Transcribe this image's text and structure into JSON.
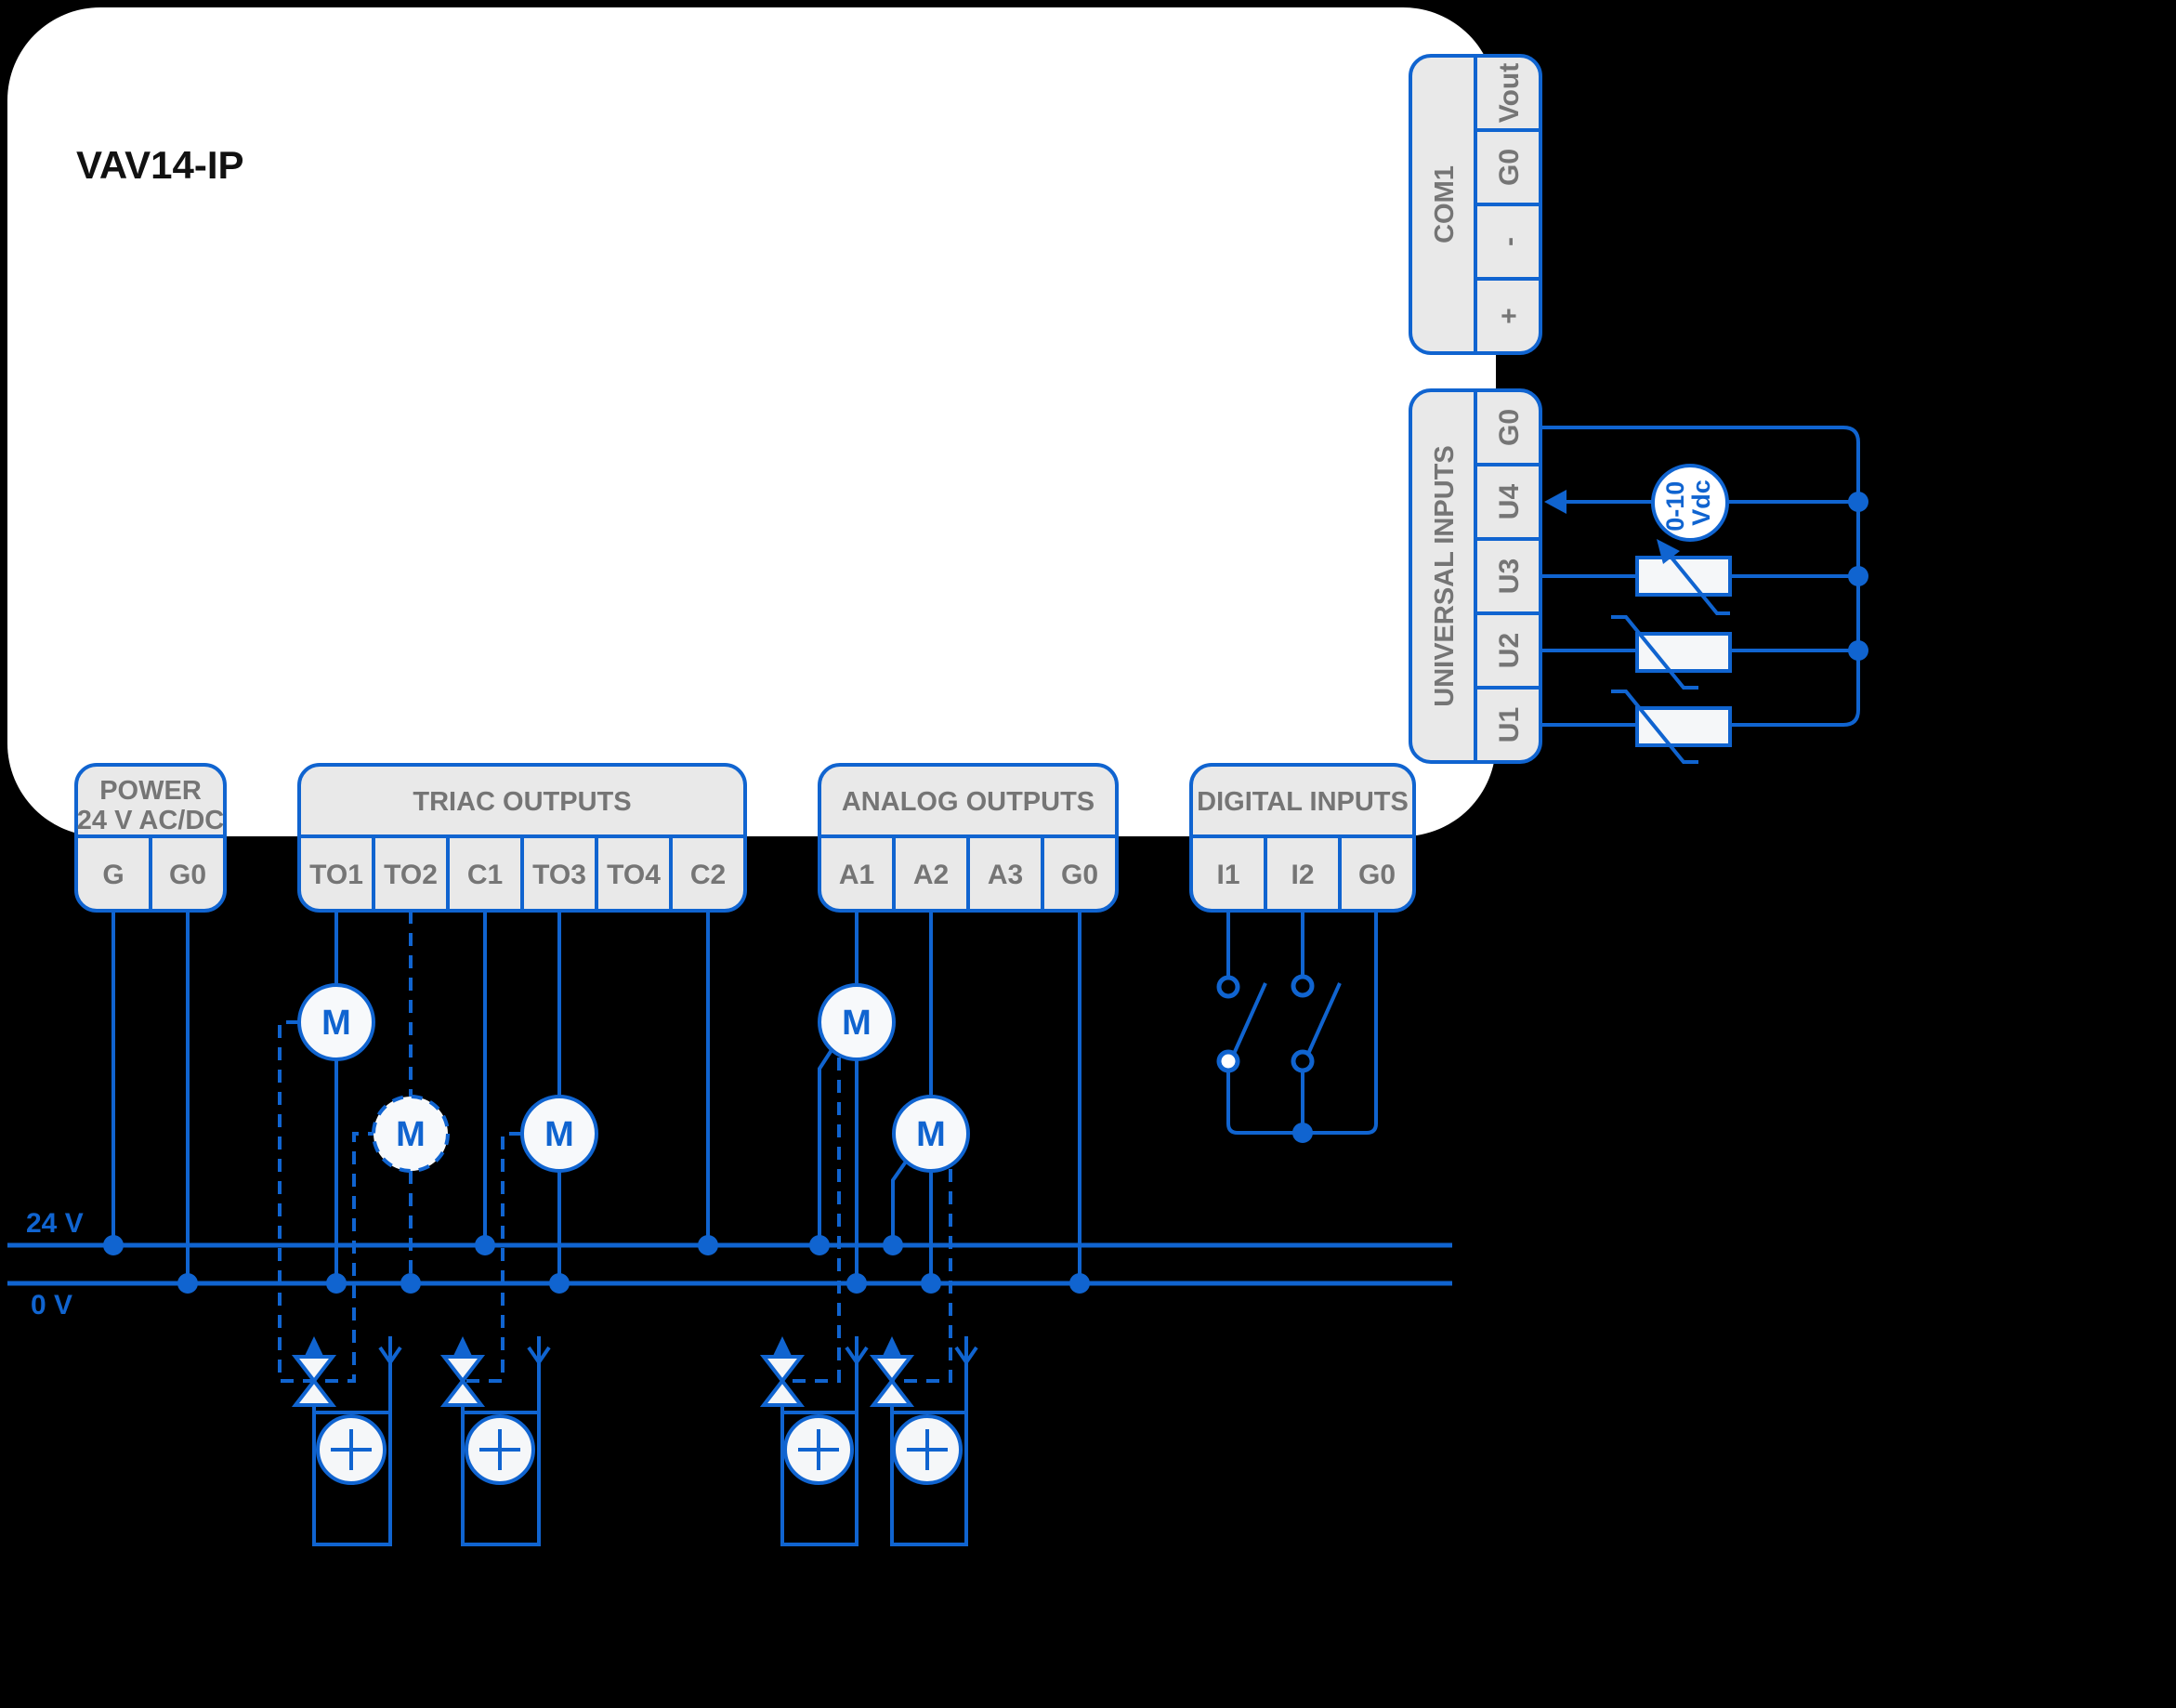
{
  "title": "VAV14-IP",
  "colors": {
    "background": "#000000",
    "controller_body": "#ffffff",
    "accent_blue": "#1064d0",
    "block_fill": "#e9e9e9",
    "block_text": "#757575"
  },
  "blocks": {
    "com1": {
      "label": "COM1",
      "terminals": [
        "Vout",
        "G0",
        "-",
        "+"
      ]
    },
    "universal_inputs": {
      "label": "UNIVERSAL INPUTS",
      "terminals": [
        "G0",
        "U4",
        "U3",
        "U2",
        "U1"
      ]
    },
    "power": {
      "label": "POWER",
      "sublabel": "24 V AC/DC",
      "terminals": [
        "G",
        "G0"
      ]
    },
    "triac_outputs": {
      "label": "TRIAC OUTPUTS",
      "terminals": [
        "TO1",
        "TO2",
        "C1",
        "TO3",
        "TO4",
        "C2"
      ]
    },
    "analog_outputs": {
      "label": "ANALOG OUTPUTS",
      "terminals": [
        "A1",
        "A2",
        "A3",
        "G0"
      ]
    },
    "digital_inputs": {
      "label": "DIGITAL INPUTS",
      "terminals": [
        "I1",
        "I2",
        "G0"
      ]
    }
  },
  "annotations": {
    "bus_24v": "24 V",
    "bus_0v": "0 V",
    "motor_label": "M",
    "u4_sensor_line1": "0-10",
    "u4_sensor_line2": "Vdc"
  }
}
